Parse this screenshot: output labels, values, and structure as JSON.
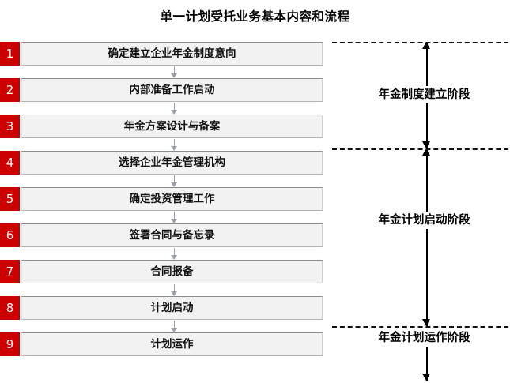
{
  "title": "单一计划受托业务基本内容和流程",
  "flow": {
    "steps": [
      {
        "number": "1",
        "label": "确定建立企业年金制度意向"
      },
      {
        "number": "2",
        "label": "内部准备工作启动"
      },
      {
        "number": "3",
        "label": "年金方案设计与备案"
      },
      {
        "number": "4",
        "label": "选择企业年金管理机构"
      },
      {
        "number": "5",
        "label": "确定投资管理工作"
      },
      {
        "number": "6",
        "label": "签署合同与备忘录"
      },
      {
        "number": "7",
        "label": "合同报备"
      },
      {
        "number": "8",
        "label": "计划启动"
      },
      {
        "number": "9",
        "label": "计划运作"
      }
    ]
  },
  "phases": [
    {
      "label": "年金制度建立阶段"
    },
    {
      "label": "年金计划启动阶段"
    },
    {
      "label": "年金计划运作阶段"
    }
  ],
  "colors": {
    "badge_red": "#cc0000",
    "box_fill": "#f2f2f2",
    "box_border": "#8d8d8d",
    "connector": "#9aa0aa",
    "divider": "#101010",
    "text": "#000000"
  }
}
